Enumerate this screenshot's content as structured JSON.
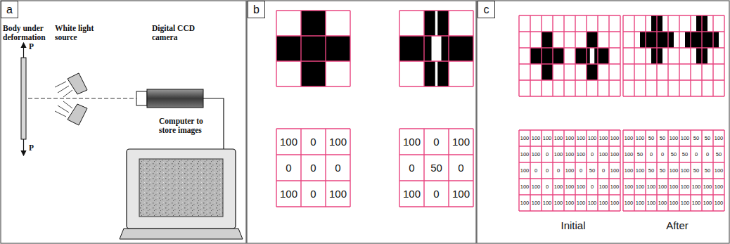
{
  "diagram": {
    "nodes": [
      {
        "text": [
          "a"
        ]
      },
      {
        "text": [
          "b"
        ]
      },
      {
        "text": [
          "c"
        ]
      }
    ],
    "labels": [
      "Body under deformation",
      "White light source",
      "Digital CCD camera",
      "Computer to store images",
      "P",
      "P",
      "100",
      "0",
      "100",
      "0",
      "0",
      "0",
      "100",
      "0",
      "100",
      "100",
      "0",
      "100",
      "0",
      "50",
      "0",
      "100",
      "0",
      "100",
      "100",
      "100",
      "100",
      "100",
      "100",
      "100",
      "100",
      "100",
      "100",
      "100",
      "100",
      "0",
      "100",
      "100",
      "100",
      "0",
      "100",
      "100",
      "100",
      "0",
      "0",
      "0",
      "100",
      "0",
      "50",
      "0",
      "100",
      "100",
      "100",
      "0",
      "100",
      "100",
      "100",
      "0",
      "100",
      "100",
      "100",
      "100",
      "100",
      "100",
      "100",
      "100",
      "100",
      "100",
      "100",
      "100",
      "100",
      "50",
      "50",
      "100",
      "100",
      "50",
      "50",
      "100",
      "100",
      "50",
      "0",
      "0",
      "50",
      "50",
      "0",
      "0",
      "50",
      "100",
      "100",
      "50",
      "50",
      "100",
      "100",
      "50",
      "50",
      "100",
      "100",
      "100",
      "100",
      "100",
      "100",
      "100",
      "100",
      "100",
      "100",
      "100",
      "100",
      "100",
      "100",
      "100",
      "100",
      "100",
      "100",
      "100",
      "Initial",
      "After"
    ]
  }
}
